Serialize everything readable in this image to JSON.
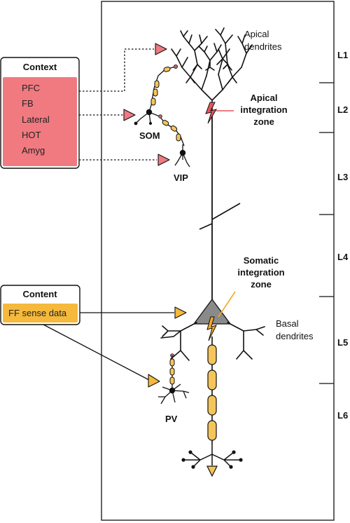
{
  "context_box": {
    "title": "Context",
    "items": [
      "PFC",
      "FB",
      "Lateral",
      "HOT",
      "Amyg"
    ]
  },
  "content_box": {
    "title": "Content",
    "items": [
      "FF sense data"
    ]
  },
  "labels": {
    "apical_dendrites": [
      "Apical",
      "dendrites"
    ],
    "apical_zone": [
      "Apical",
      "integration",
      "zone"
    ],
    "somatic_zone": [
      "Somatic",
      "integration",
      "zone"
    ],
    "basal_dendrites": [
      "Basal",
      "dendrites"
    ],
    "som": "SOM",
    "vip": "VIP",
    "pv": "PV"
  },
  "layers": [
    "L1",
    "L2",
    "L3",
    "L4",
    "L5",
    "L6"
  ],
  "colors": {
    "context_fill": "#f07a80",
    "context_arrow": "#e8737a",
    "content_fill": "#f5b93c",
    "spike_red": "#e8545c",
    "spike_orange": "#f2a928",
    "soma_gray": "#8a8a8a",
    "axon_yellow": "#f5c55a",
    "dendrite_black": "#111111"
  }
}
